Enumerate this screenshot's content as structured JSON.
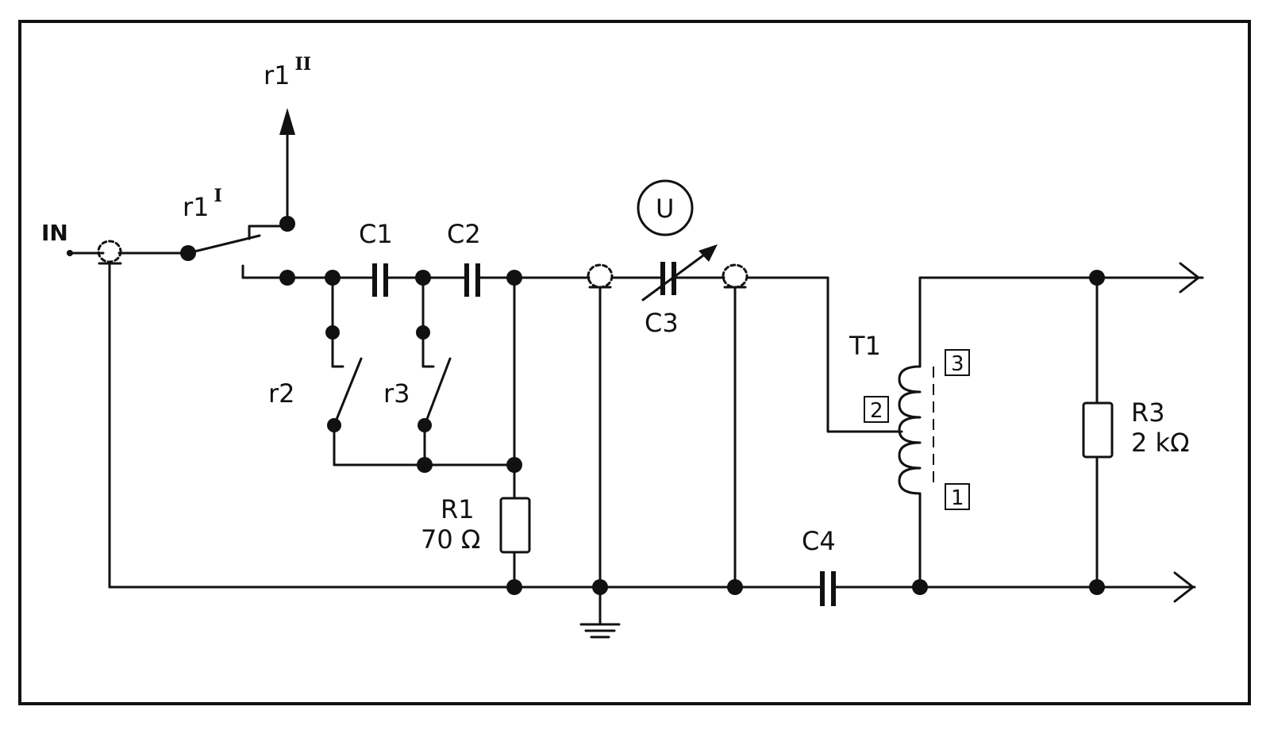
{
  "diagram": {
    "input_label": "IN",
    "relay_r1_I": {
      "name": "r1",
      "suffix": "I"
    },
    "relay_r1_II": {
      "name": "r1",
      "suffix": "II"
    },
    "capacitors": {
      "c1": "C1",
      "c2": "C2",
      "c3": "C3",
      "c4": "C4"
    },
    "switches": {
      "r2": "r2",
      "r3": "r3"
    },
    "resistor_r1": {
      "name": "R1",
      "value": "70 Ω"
    },
    "resistor_r3": {
      "name": "R3",
      "value": "2 kΩ"
    },
    "meter": "U",
    "transformer": {
      "name": "T1",
      "pin1": "1",
      "pin2": "2",
      "pin3": "3"
    }
  }
}
